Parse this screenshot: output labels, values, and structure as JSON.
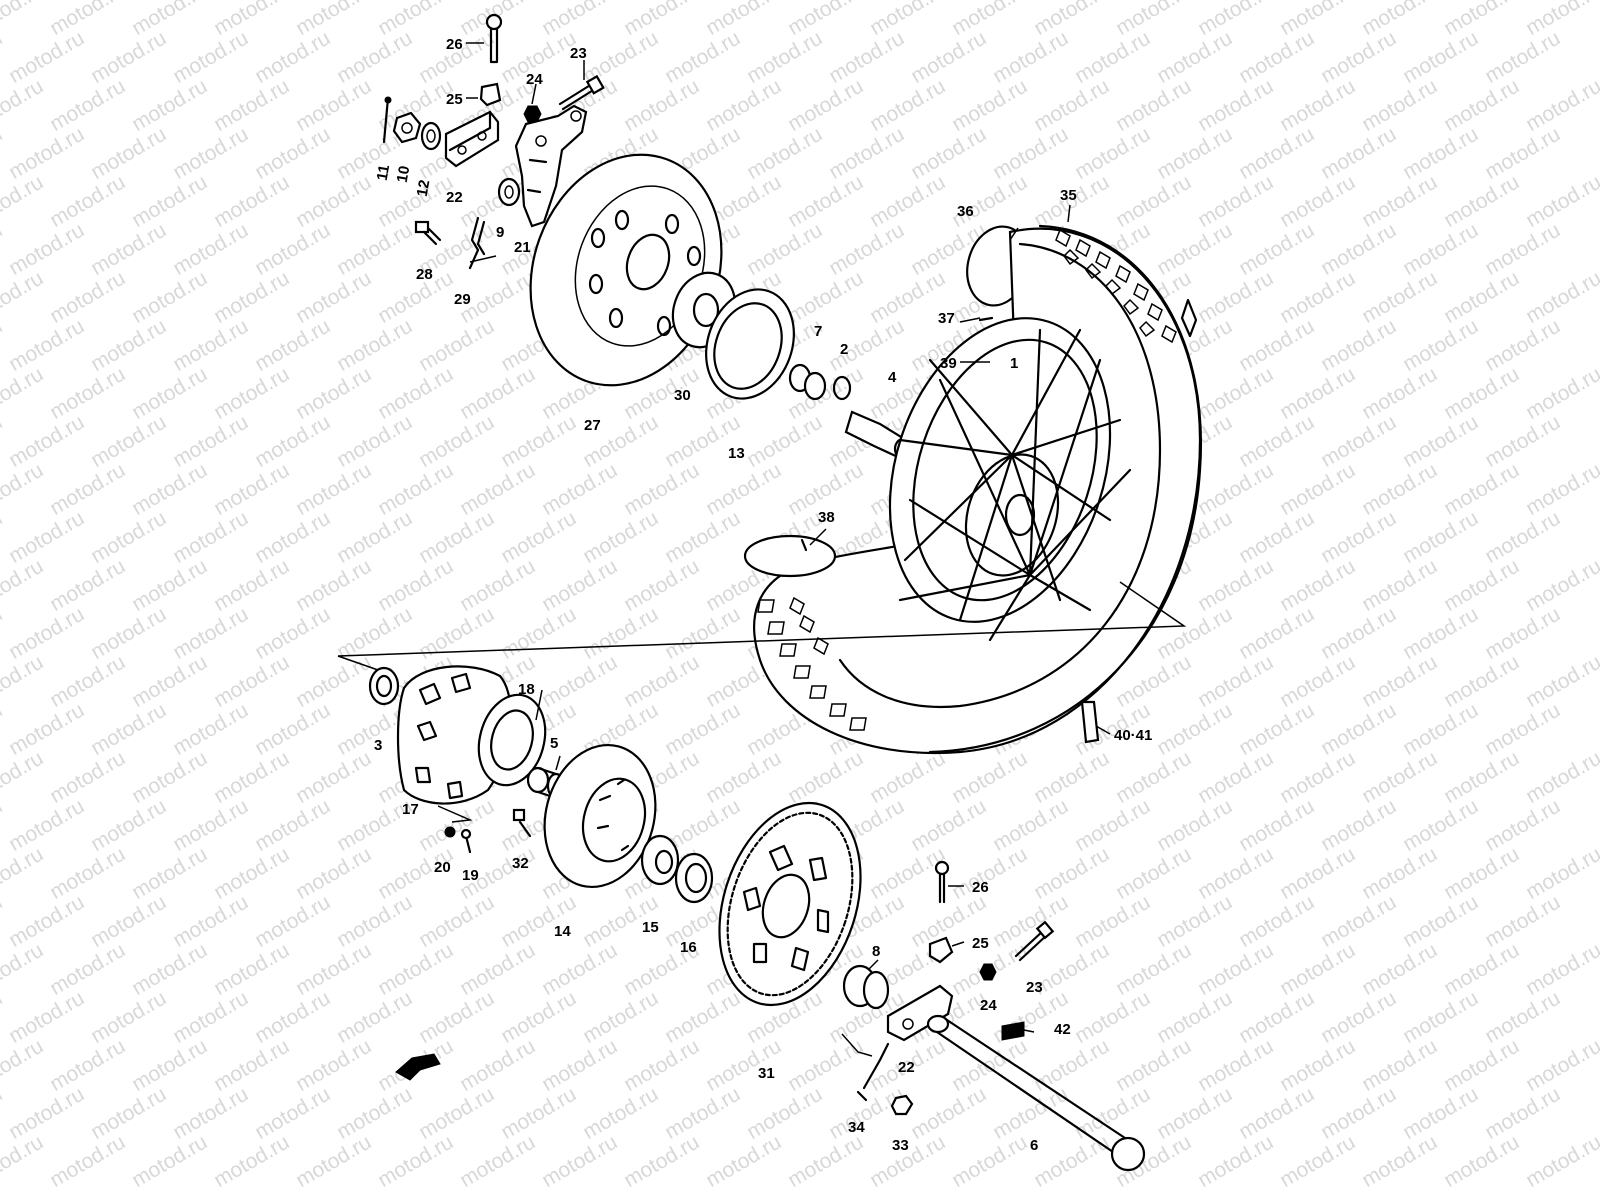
{
  "watermark": {
    "text": "motod.ru"
  },
  "labels": {
    "l26a": "26",
    "l23a": "23",
    "l24a": "24",
    "l25a": "25",
    "l11": "11",
    "l10": "10",
    "l12": "12",
    "l22a": "22",
    "l9": "9",
    "l21": "21",
    "l28": "28",
    "l29": "29",
    "l27": "27",
    "l30": "30",
    "l13": "13",
    "l7": "7",
    "l2": "2",
    "l4": "4",
    "l36": "36",
    "l35": "35",
    "l37": "37",
    "l39": "39",
    "l1": "1",
    "l38": "38",
    "l3": "3",
    "l18": "18",
    "l5": "5",
    "l17": "17",
    "l20": "20",
    "l19": "19",
    "l32": "32",
    "l14": "14",
    "l15": "15",
    "l16": "16",
    "l26b": "26",
    "l25b": "25",
    "l8": "8",
    "l24b": "24",
    "l23b": "23",
    "l42": "42",
    "l22b": "22",
    "l31": "31",
    "l34": "34",
    "l33": "33",
    "l6": "6",
    "l4041": "40·41"
  }
}
